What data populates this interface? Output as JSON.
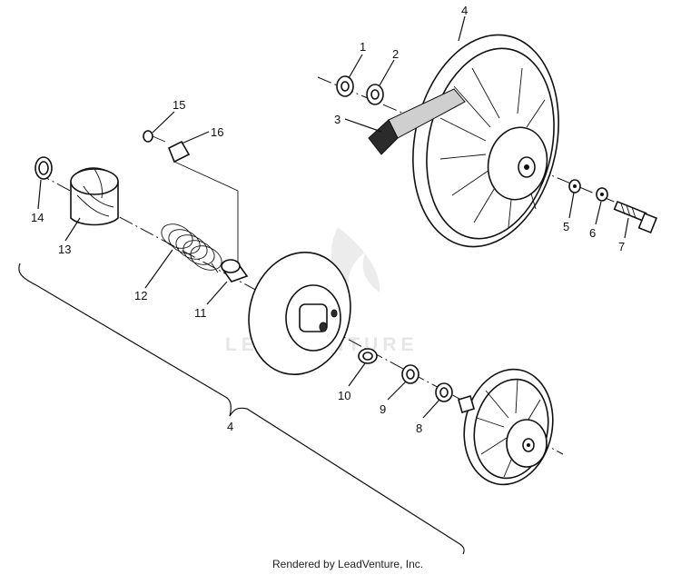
{
  "diagram": {
    "callouts": {
      "c1": "1",
      "c2": "2",
      "c3": "3",
      "c4_top": "4",
      "c4_bottom": "4",
      "c5": "5",
      "c6": "6",
      "c7": "7",
      "c8": "8",
      "c9": "9",
      "c10": "10",
      "c11": "11",
      "c12": "12",
      "c13": "13",
      "c14": "14",
      "c15": "15",
      "c16": "16"
    },
    "watermark": "LEADVENTURE",
    "credit": "Rendered by LeadVenture, Inc."
  }
}
